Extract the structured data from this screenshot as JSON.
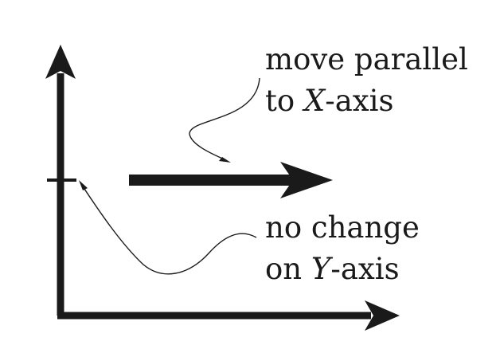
{
  "annotations": {
    "top": {
      "line1": "move parallel",
      "line2_prefix": "to ",
      "line2_var": "X",
      "line2_suffix": "-axis"
    },
    "bottom": {
      "line1": "no change",
      "line2_prefix": "on ",
      "line2_var": "Y",
      "line2_suffix": "-axis"
    }
  },
  "colors": {
    "ink": "#1a1a1a",
    "background": "#ffffff"
  }
}
